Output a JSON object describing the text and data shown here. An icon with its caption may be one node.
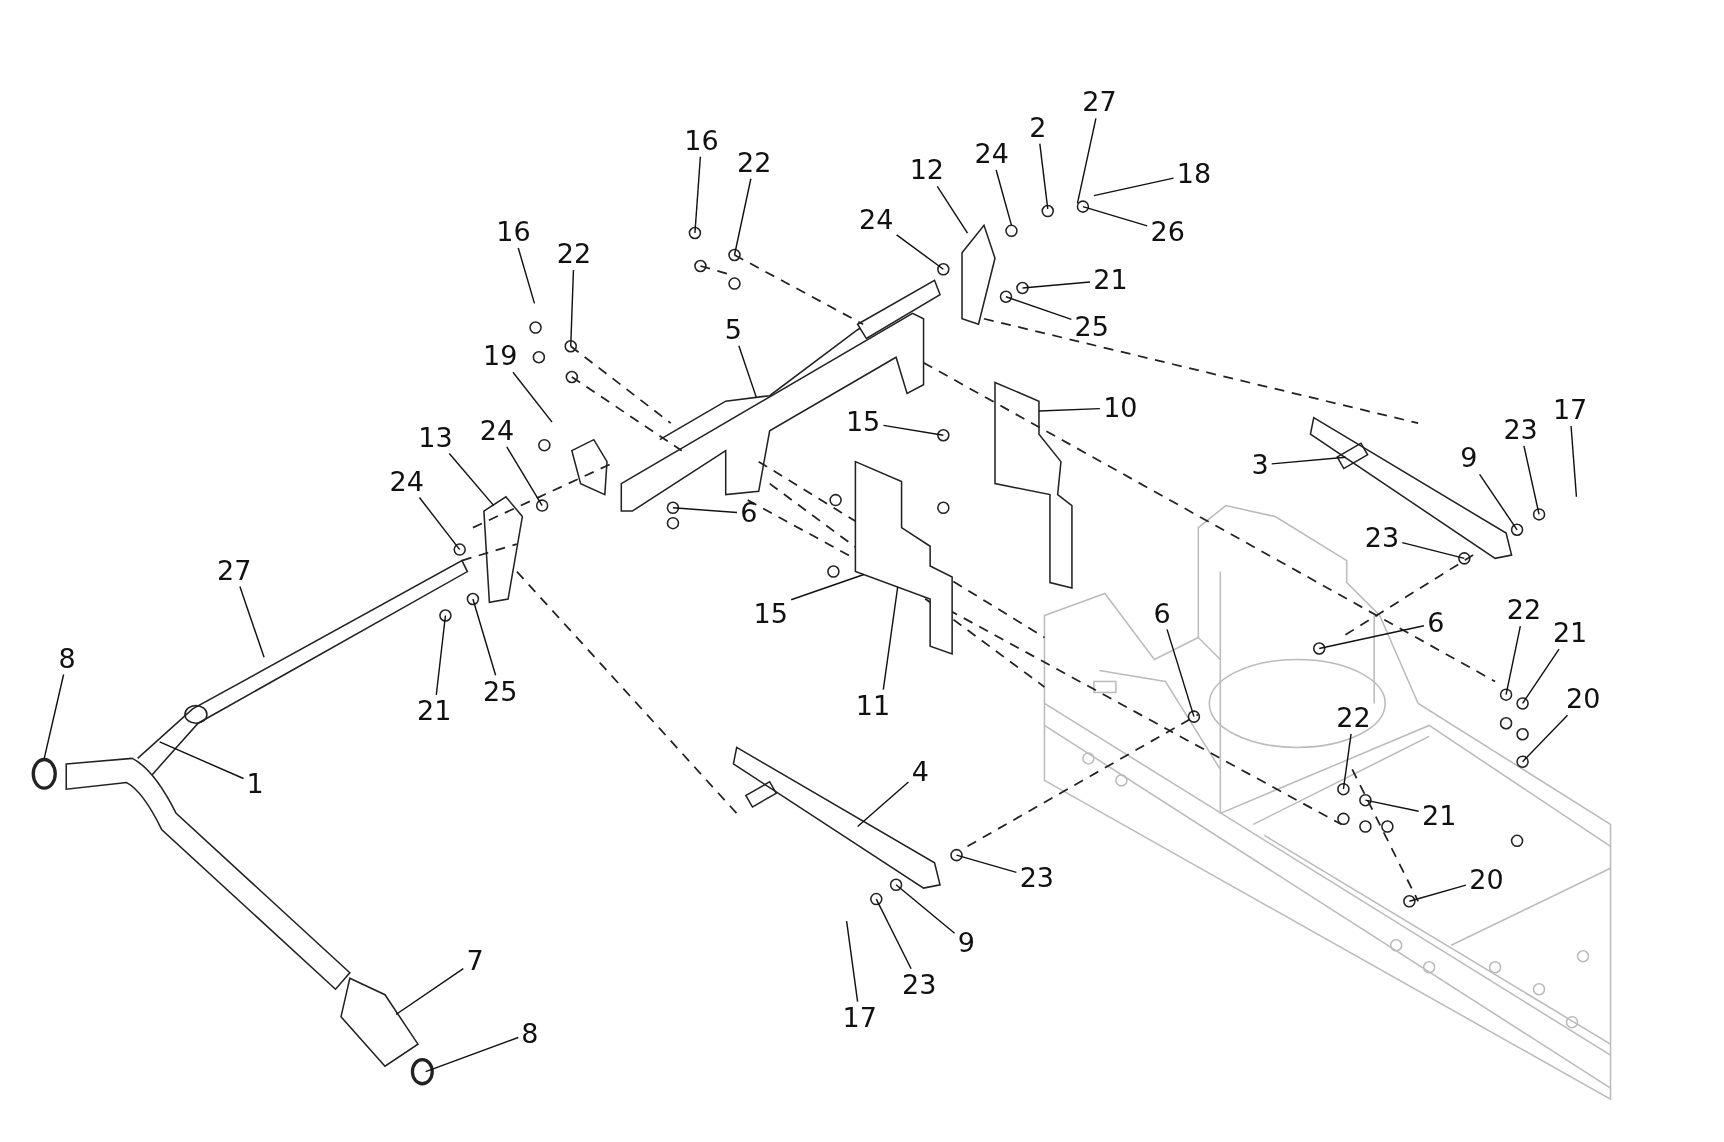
{
  "diagram": {
    "nodes": [
      {
        "text": [
          "16"
        ]
      },
      {
        "text": [
          "22"
        ]
      },
      {
        "text": [
          "12"
        ]
      },
      {
        "text": [
          "24"
        ]
      },
      {
        "text": [
          "2"
        ]
      },
      {
        "text": [
          "27"
        ]
      },
      {
        "text": [
          "18"
        ]
      },
      {
        "text": [
          "26"
        ]
      },
      {
        "text": [
          "24"
        ]
      },
      {
        "text": [
          "21"
        ]
      },
      {
        "text": [
          "25"
        ]
      },
      {
        "text": [
          "16"
        ]
      },
      {
        "text": [
          "22"
        ]
      },
      {
        "text": [
          "5"
        ]
      },
      {
        "text": [
          "19"
        ]
      },
      {
        "text": [
          "13"
        ]
      },
      {
        "text": [
          "24"
        ]
      },
      {
        "text": [
          "24"
        ]
      },
      {
        "text": [
          "6"
        ]
      },
      {
        "text": [
          "15"
        ]
      },
      {
        "text": [
          "10"
        ]
      },
      {
        "text": [
          "3"
        ]
      },
      {
        "text": [
          "9"
        ]
      },
      {
        "text": [
          "23"
        ]
      },
      {
        "text": [
          "17"
        ]
      },
      {
        "text": [
          "23"
        ]
      },
      {
        "text": [
          "27"
        ]
      },
      {
        "text": [
          "8"
        ]
      },
      {
        "text": [
          "15"
        ]
      },
      {
        "text": [
          "11"
        ]
      },
      {
        "text": [
          "21"
        ]
      },
      {
        "text": [
          "25"
        ]
      },
      {
        "text": [
          "6"
        ]
      },
      {
        "text": [
          "6"
        ]
      },
      {
        "text": [
          "22"
        ]
      },
      {
        "text": [
          "21"
        ]
      },
      {
        "text": [
          "20"
        ]
      },
      {
        "text": [
          "22"
        ]
      },
      {
        "text": [
          "21"
        ]
      },
      {
        "text": [
          "20"
        ]
      },
      {
        "text": [
          "1"
        ]
      },
      {
        "text": [
          "4"
        ]
      },
      {
        "text": [
          "23"
        ]
      },
      {
        "text": [
          "9"
        ]
      },
      {
        "text": [
          "23"
        ]
      },
      {
        "text": [
          "17"
        ]
      },
      {
        "text": [
          "7"
        ]
      },
      {
        "text": [
          "8"
        ]
      },
      {
        "text": [],
        "shape": "picture"
      }
    ],
    "edges": [
      {
        "from": 0,
        "to": null,
        "arrow": "none"
      },
      {
        "from": 1,
        "to": null,
        "arrow": "none"
      },
      {
        "from": 2,
        "to": null,
        "arrow": "none"
      },
      {
        "from": 3,
        "to": null,
        "arrow": "none"
      },
      {
        "from": 4,
        "to": null,
        "arrow": "none"
      },
      {
        "from": 5,
        "to": null,
        "arrow": "none"
      },
      {
        "from": 6,
        "to": null,
        "arrow": "none"
      },
      {
        "from": 7,
        "to": null,
        "arrow": "none"
      },
      {
        "from": 8,
        "to": null,
        "arrow": "none"
      },
      {
        "from": 9,
        "to": null,
        "arrow": "none"
      },
      {
        "from": 10,
        "to": null,
        "arrow": "none"
      },
      {
        "from": 11,
        "to": null,
        "arrow": "none"
      },
      {
        "from": 12,
        "to": null,
        "arrow": "none"
      },
      {
        "from": 13,
        "to": null,
        "arrow": "none"
      },
      {
        "from": 14,
        "to": null,
        "arrow": "none"
      },
      {
        "from": 15,
        "to": null,
        "arrow": "none"
      },
      {
        "from": 16,
        "to": null,
        "arrow": "none"
      },
      {
        "from": 17,
        "to": null,
        "arrow": "none"
      },
      {
        "from": 18,
        "to": null,
        "arrow": "none"
      },
      {
        "from": 19,
        "to": null,
        "arrow": "none"
      },
      {
        "from": 20,
        "to": null,
        "arrow": "none"
      },
      {
        "from": 21,
        "to": null,
        "arrow": "none"
      },
      {
        "from": 22,
        "to": null,
        "arrow": "none"
      },
      {
        "from": 23,
        "to": null,
        "arrow": "none"
      },
      {
        "from": 24,
        "to": null,
        "arrow": "none"
      },
      {
        "from": 25,
        "to": null,
        "arrow": "none"
      },
      {
        "from": 26,
        "to": null,
        "arrow": "none"
      },
      {
        "from": 27,
        "to": null,
        "arrow": "none"
      },
      {
        "from": 28,
        "to": 48,
        "arrow": "none"
      },
      {
        "from": 29,
        "to": 48,
        "arrow": "none"
      },
      {
        "from": 30,
        "to": null,
        "arrow": "none"
      },
      {
        "from": 31,
        "to": null,
        "arrow": "none"
      },
      {
        "from": 32,
        "to": null,
        "arrow": "none"
      },
      {
        "from": 33,
        "to": null,
        "arrow": "none"
      },
      {
        "from": 34,
        "to": null,
        "arrow": "none"
      },
      {
        "from": 35,
        "to": null,
        "arrow": "none"
      },
      {
        "from": 36,
        "to": null,
        "arrow": "none"
      },
      {
        "from": 37,
        "to": null,
        "arrow": "none"
      },
      {
        "from": 38,
        "to": null,
        "arrow": "none"
      },
      {
        "from": 39,
        "to": null,
        "arrow": "none"
      },
      {
        "from": 40,
        "to": null,
        "arrow": "none"
      },
      {
        "from": 41,
        "to": null,
        "arrow": "none"
      },
      {
        "from": 42,
        "to": null,
        "arrow": "none"
      },
      {
        "from": 43,
        "to": null,
        "arrow": "none"
      },
      {
        "from": 44,
        "to": null,
        "arrow": "none"
      },
      {
        "from": 45,
        "to": null,
        "arrow": "none"
      },
      {
        "from": 46,
        "to": null,
        "arrow": "none"
      },
      {
        "from": 47,
        "to": null,
        "arrow": "none"
      }
    ]
  }
}
